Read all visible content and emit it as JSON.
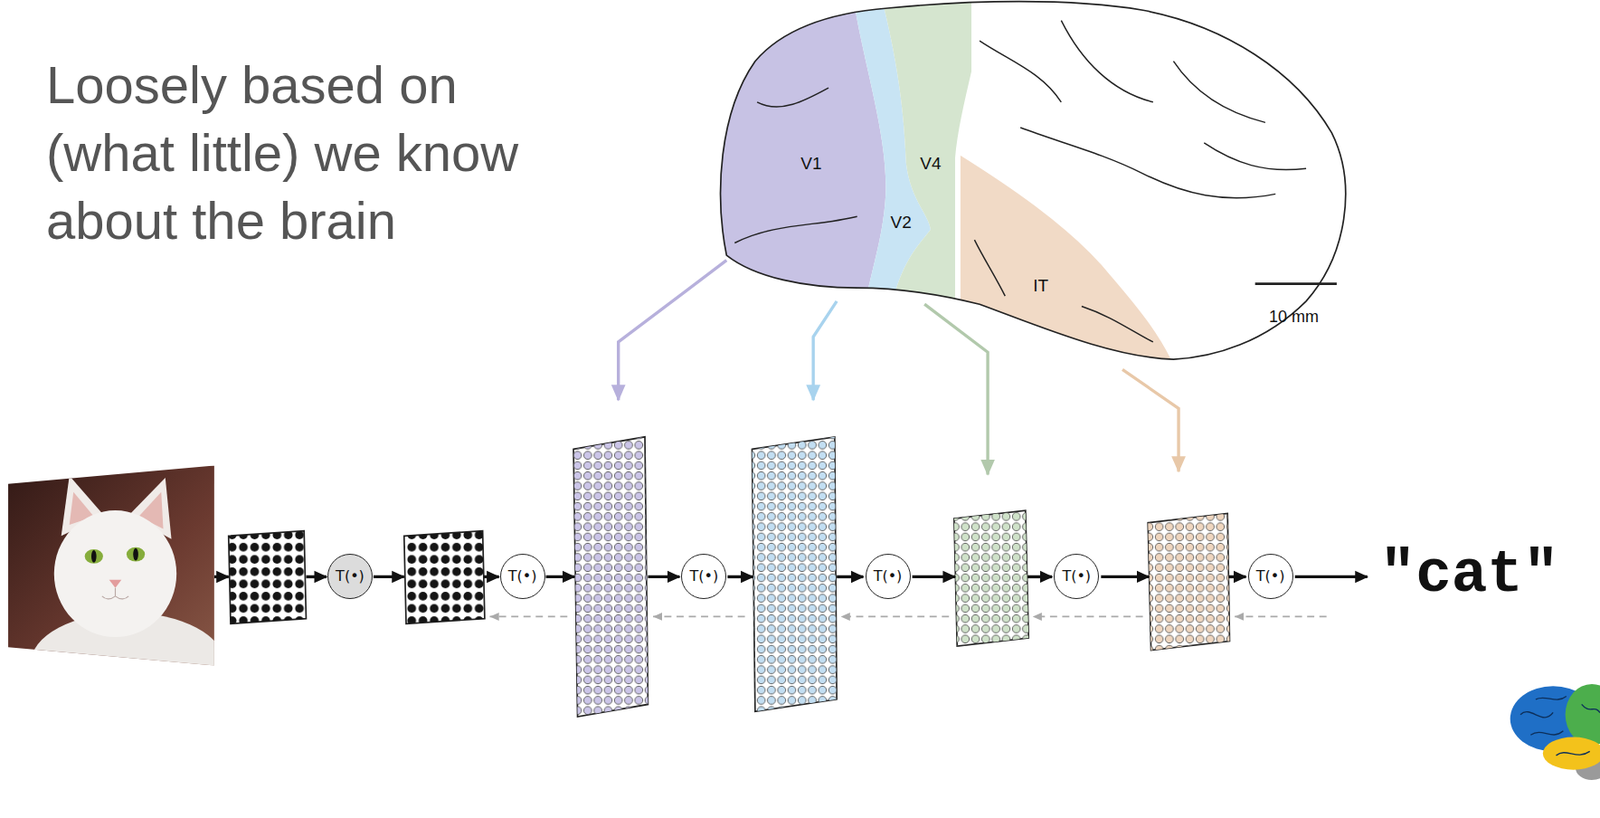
{
  "diagram": {
    "title": "Loosely based on (what little) we know about the brain",
    "nodes": [
      {
        "text": [
          "T(•)"
        ]
      },
      {
        "text": [
          "T(•)"
        ]
      },
      {
        "text": [
          "T(•)"
        ]
      },
      {
        "text": [
          "T(•)"
        ]
      },
      {
        "text": [
          "T(•)"
        ]
      },
      {
        "text": [
          "T(•)"
        ]
      }
    ],
    "labels": [
      "V1",
      "V4",
      "V2",
      "IT",
      "10 mm",
      "\"cat\""
    ]
  }
}
